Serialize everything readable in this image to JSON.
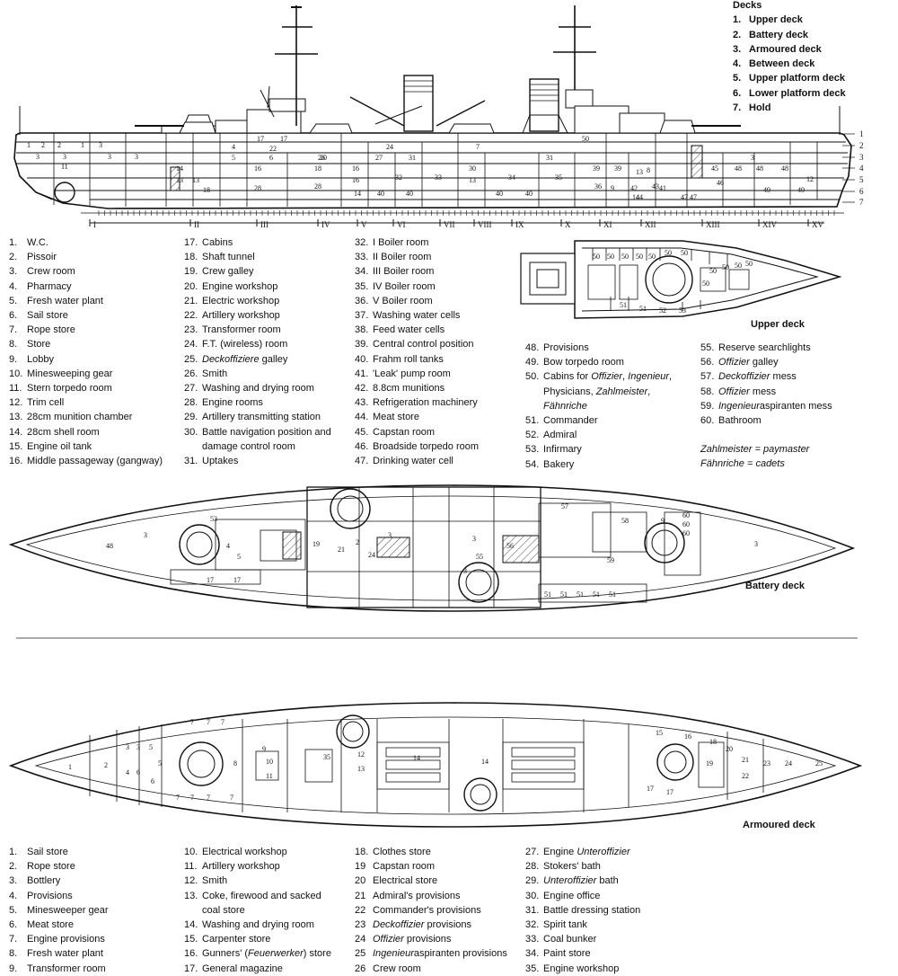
{
  "decks_header": "Decks",
  "decks": [
    {
      "n": "1.",
      "label": "Upper deck"
    },
    {
      "n": "2.",
      "label": "Battery deck"
    },
    {
      "n": "3.",
      "label": "Armoured deck"
    },
    {
      "n": "4.",
      "label": "Between deck"
    },
    {
      "n": "5.",
      "label": "Upper platform deck"
    },
    {
      "n": "6.",
      "label": "Lower platform deck"
    },
    {
      "n": "7.",
      "label": "Hold"
    }
  ],
  "deck_markers": [
    "1",
    "2",
    "3",
    "4",
    "5",
    "6",
    "7"
  ],
  "sections": [
    "I",
    "II",
    "III",
    "IV",
    "V",
    "VI",
    "VII",
    "VIII",
    "IX",
    "X",
    "XI",
    "XII",
    "XIII",
    "XIV",
    "XV"
  ],
  "legend_top_col1": [
    {
      "n": "1.",
      "t": "W.C."
    },
    {
      "n": "2.",
      "t": "Pissoir"
    },
    {
      "n": "3.",
      "t": "Crew room"
    },
    {
      "n": "4.",
      "t": "Pharmacy"
    },
    {
      "n": "5.",
      "t": "Fresh water plant"
    },
    {
      "n": "6.",
      "t": "Sail store"
    },
    {
      "n": "7.",
      "t": "Rope store"
    },
    {
      "n": "8.",
      "t": "Store"
    },
    {
      "n": "9.",
      "t": "Lobby"
    },
    {
      "n": "10.",
      "t": "Minesweeping gear"
    },
    {
      "n": "11.",
      "t": "Stern torpedo room"
    },
    {
      "n": "12.",
      "t": "Trim cell"
    },
    {
      "n": "13.",
      "t": "28cm munition chamber"
    },
    {
      "n": "14.",
      "t": "28cm shell room"
    },
    {
      "n": "15.",
      "t": "Engine oil tank"
    },
    {
      "n": "16.",
      "t": "Middle passageway (gangway)"
    }
  ],
  "legend_top_col2": [
    {
      "n": "17.",
      "t": "Cabins"
    },
    {
      "n": "18.",
      "t": "Shaft tunnel"
    },
    {
      "n": "19.",
      "t": "Crew galley"
    },
    {
      "n": "20.",
      "t": "Engine workshop"
    },
    {
      "n": "21.",
      "t": "Electric workshop"
    },
    {
      "n": "22.",
      "t": "Artillery workshop"
    },
    {
      "n": "23.",
      "t": "Transformer room"
    },
    {
      "n": "24.",
      "t": "F.T. (wireless) room"
    },
    {
      "n": "25.",
      "t": "Deckoffiziere galley"
    },
    {
      "n": "26.",
      "t": "Smith"
    },
    {
      "n": "27.",
      "t": "Washing and drying room"
    },
    {
      "n": "28.",
      "t": "Engine rooms"
    },
    {
      "n": "29.",
      "t": "Artillery transmitting station"
    },
    {
      "n": "30.",
      "t": "Battle navigation position and"
    },
    {
      "n": "",
      "t": "damage control room"
    },
    {
      "n": "31.",
      "t": "Uptakes"
    }
  ],
  "legend_top_col3": [
    {
      "n": "32.",
      "t": "I Boiler room"
    },
    {
      "n": "33.",
      "t": "II Boiler room"
    },
    {
      "n": "34.",
      "t": "III Boiler room"
    },
    {
      "n": "35.",
      "t": "IV Boiler room"
    },
    {
      "n": "36.",
      "t": "V Boiler room"
    },
    {
      "n": "37.",
      "t": "Washing water cells"
    },
    {
      "n": "38.",
      "t": "Feed water cells"
    },
    {
      "n": "39.",
      "t": "Central control position"
    },
    {
      "n": "40.",
      "t": "Frahm roll tanks"
    },
    {
      "n": "41.",
      "t": "'Leak' pump room"
    },
    {
      "n": "42.",
      "t": "8.8cm munitions"
    },
    {
      "n": "43.",
      "t": "Refrigeration machinery"
    },
    {
      "n": "44.",
      "t": "Meat store"
    },
    {
      "n": "45.",
      "t": "Capstan room"
    },
    {
      "n": "46.",
      "t": "Broadside torpedo room"
    },
    {
      "n": "47.",
      "t": "Drinking water cell"
    }
  ],
  "legend_top_col4": [
    {
      "n": "48.",
      "t": "Provisions"
    },
    {
      "n": "49.",
      "t": "Bow torpedo room"
    },
    {
      "n": "50.",
      "t": "Cabins for Offizier, Ingenieur,"
    },
    {
      "n": "",
      "t": "Physicians, Zahlmeister,"
    },
    {
      "n": "",
      "t": "Fähnriche"
    },
    {
      "n": "51.",
      "t": "Commander"
    },
    {
      "n": "52.",
      "t": "Admiral"
    },
    {
      "n": "53.",
      "t": "Infirmary"
    },
    {
      "n": "54.",
      "t": "Bakery"
    }
  ],
  "legend_top_col5": [
    {
      "n": "55.",
      "t": "Reserve searchlights"
    },
    {
      "n": "56.",
      "t": "Offizier galley"
    },
    {
      "n": "57.",
      "t": "Deckoffizier mess"
    },
    {
      "n": "58.",
      "t": "Offizier mess"
    },
    {
      "n": "59.",
      "t": "Ingenieuraspiranten mess"
    },
    {
      "n": "60.",
      "t": "Bathroom"
    }
  ],
  "notes": [
    "Zahlmeister = paymaster",
    "Fähnriche = cadets"
  ],
  "captions": {
    "upper": "Upper deck",
    "battery": "Battery deck",
    "armoured": "Armoured deck"
  },
  "legend_bottom_col1": [
    {
      "n": "1.",
      "t": "Sail store"
    },
    {
      "n": "2.",
      "t": "Rope store"
    },
    {
      "n": "3.",
      "t": "Bottlery"
    },
    {
      "n": "4.",
      "t": "Provisions"
    },
    {
      "n": "5.",
      "t": "Minesweeper gear"
    },
    {
      "n": "6.",
      "t": "Meat store"
    },
    {
      "n": "7.",
      "t": "Engine provisions"
    },
    {
      "n": "8.",
      "t": "Fresh water plant"
    },
    {
      "n": "9.",
      "t": "Transformer room"
    }
  ],
  "legend_bottom_col2": [
    {
      "n": "10.",
      "t": "Electrical workshop"
    },
    {
      "n": "11.",
      "t": "Artillery workshop"
    },
    {
      "n": "12.",
      "t": "Smith"
    },
    {
      "n": "13.",
      "t": "Coke, firewood and sacked"
    },
    {
      "n": "",
      "t": "coal store"
    },
    {
      "n": "14.",
      "t": "Washing and drying room"
    },
    {
      "n": "15.",
      "t": "Carpenter store"
    },
    {
      "n": "16.",
      "t": "Gunners' (Feuerwerker) store"
    },
    {
      "n": "17.",
      "t": "General magazine"
    }
  ],
  "legend_bottom_col3": [
    {
      "n": "18.",
      "t": "Clothes store"
    },
    {
      "n": "19",
      "t": "Capstan room"
    },
    {
      "n": "20",
      "t": "Electrical store"
    },
    {
      "n": "21",
      "t": "Admiral's provisions"
    },
    {
      "n": "22",
      "t": "Commander's provisions"
    },
    {
      "n": "23",
      "t": "Deckoffizier provisions"
    },
    {
      "n": "24",
      "t": "Offizier provisions"
    },
    {
      "n": "25",
      "t": "Ingenieuraspiranten provisions"
    },
    {
      "n": "26",
      "t": "Crew room"
    }
  ],
  "legend_bottom_col4": [
    {
      "n": "27.",
      "t": "Engine Unteroffizier"
    },
    {
      "n": "28.",
      "t": "Stokers' bath"
    },
    {
      "n": "29.",
      "t": "Unteroffizier bath"
    },
    {
      "n": "30.",
      "t": "Engine office"
    },
    {
      "n": "31.",
      "t": "Battle dressing station"
    },
    {
      "n": "32.",
      "t": "Spirit tank"
    },
    {
      "n": "33.",
      "t": "Coal bunker"
    },
    {
      "n": "34.",
      "t": "Paint store"
    },
    {
      "n": "35.",
      "t": "Engine workshop"
    }
  ],
  "profile_labels": [
    "1",
    "2",
    "3",
    "2",
    "1",
    "3",
    "3",
    "3",
    "3",
    "11",
    "4",
    "5",
    "6",
    "17",
    "17",
    "22",
    "20",
    "26",
    "24",
    "27",
    "31",
    "7",
    "31",
    "14",
    "13",
    "13",
    "18",
    "16",
    "28",
    "18",
    "28",
    "16",
    "16",
    "14",
    "40",
    "40",
    "32",
    "33",
    "34",
    "35",
    "36",
    "30",
    "13",
    "40",
    "40",
    "39",
    "39",
    "13",
    "8",
    "9",
    "42",
    "43",
    "14",
    "41",
    "44",
    "47",
    "47",
    "45",
    "48",
    "48",
    "48",
    "46",
    "49",
    "12",
    "49",
    "3",
    "50"
  ],
  "upper_labels": [
    "50",
    "50",
    "50",
    "50",
    "50",
    "50",
    "50",
    "51",
    "51",
    "52",
    "53",
    "50",
    "50",
    "50",
    "50",
    "50"
  ],
  "battery_labels": [
    "53",
    "3",
    "48",
    "4",
    "5",
    "19",
    "21",
    "2",
    "3",
    "24",
    "3",
    "55",
    "56",
    "57",
    "58",
    "59",
    "60",
    "60",
    "60",
    "9",
    "3",
    "3",
    "17",
    "17",
    "51",
    "51",
    "51",
    "51",
    "51"
  ],
  "armoured_labels": [
    "1",
    "2",
    "3",
    "3",
    "4",
    "5",
    "5",
    "6",
    "6",
    "7",
    "7",
    "7",
    "7",
    "7",
    "7",
    "7",
    "8",
    "9",
    "10",
    "11",
    "12",
    "13",
    "35",
    "14",
    "14",
    "15",
    "16",
    "17",
    "17",
    "18",
    "19",
    "20",
    "21",
    "22",
    "23",
    "24",
    "25"
  ]
}
